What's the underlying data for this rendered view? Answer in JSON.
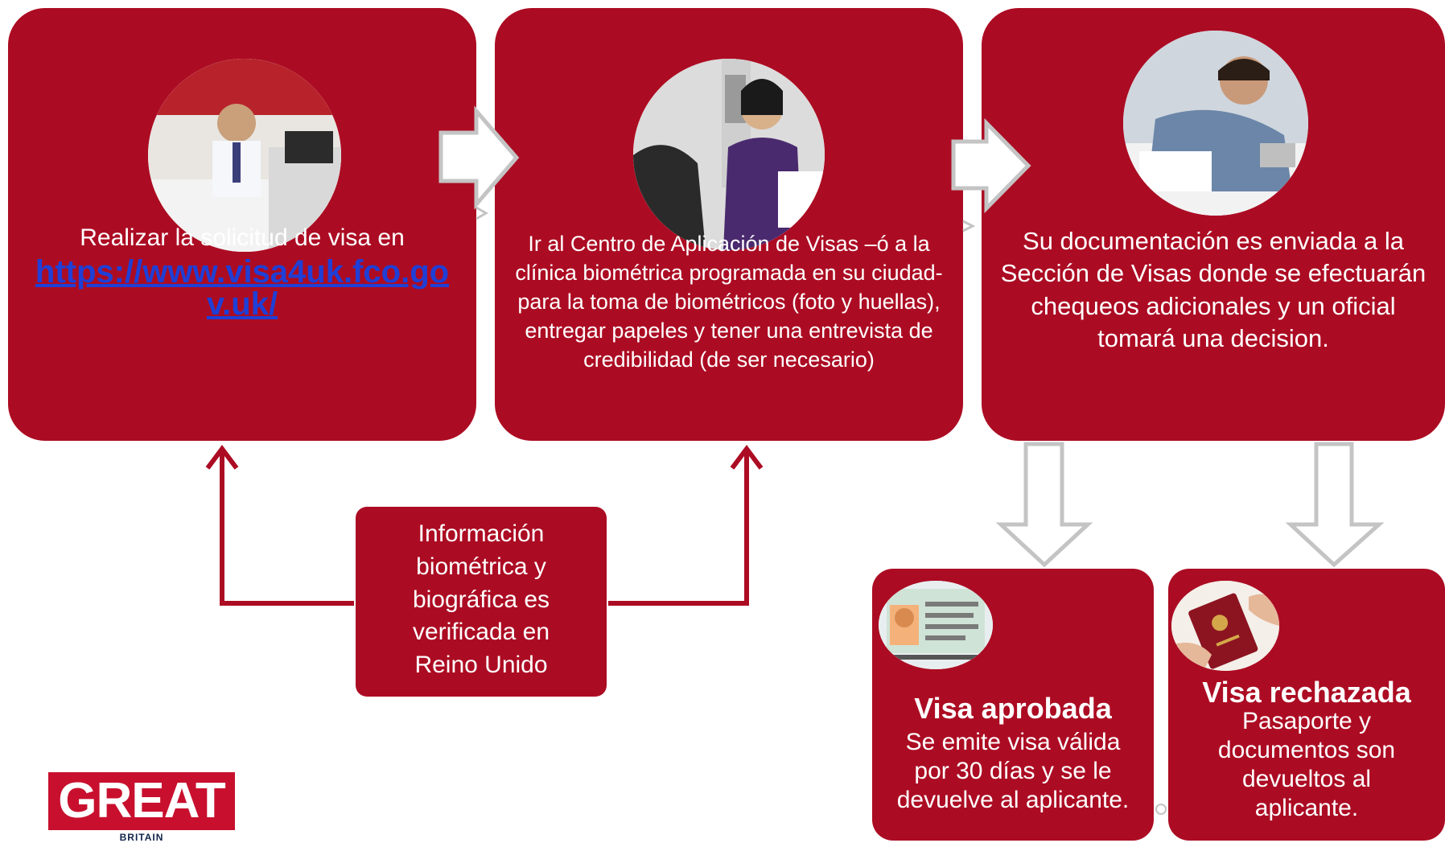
{
  "steps": {
    "step1": {
      "text": "Realizar la solicitud de visa en",
      "link": "https://www.visa4uk.fco.gov.uk/"
    },
    "step2": {
      "text": "Ir al Centro de Aplicación de Visas –ó a la clínica biométrica programada en su ciudad- para la toma de biométricos (foto y huellas), entregar papeles y tener una entrevista de credibilidad (de ser necesario)"
    },
    "step3": {
      "text": "Su documentación es enviada a la Sección de Visas donde se efectuarán chequeos adicionales y un oficial tomará una decision."
    }
  },
  "verification": {
    "text": "Información biométrica y biográfica es verificada en Reino Unido"
  },
  "outcomes": {
    "approved": {
      "title": "Visa aprobada",
      "text": "Se emite visa válida por 30 días y se le devuelve al aplicante."
    },
    "rejected": {
      "title": "Visa rechazada",
      "text": "Pasaporte y documentos son devueltos al aplicante."
    }
  },
  "logo": {
    "main": "GREAT",
    "sub": "BRITAIN"
  },
  "colors": {
    "box": "#ac0c23",
    "arrow_outline": "#c4c4c4",
    "link": "#1f3fd6"
  }
}
